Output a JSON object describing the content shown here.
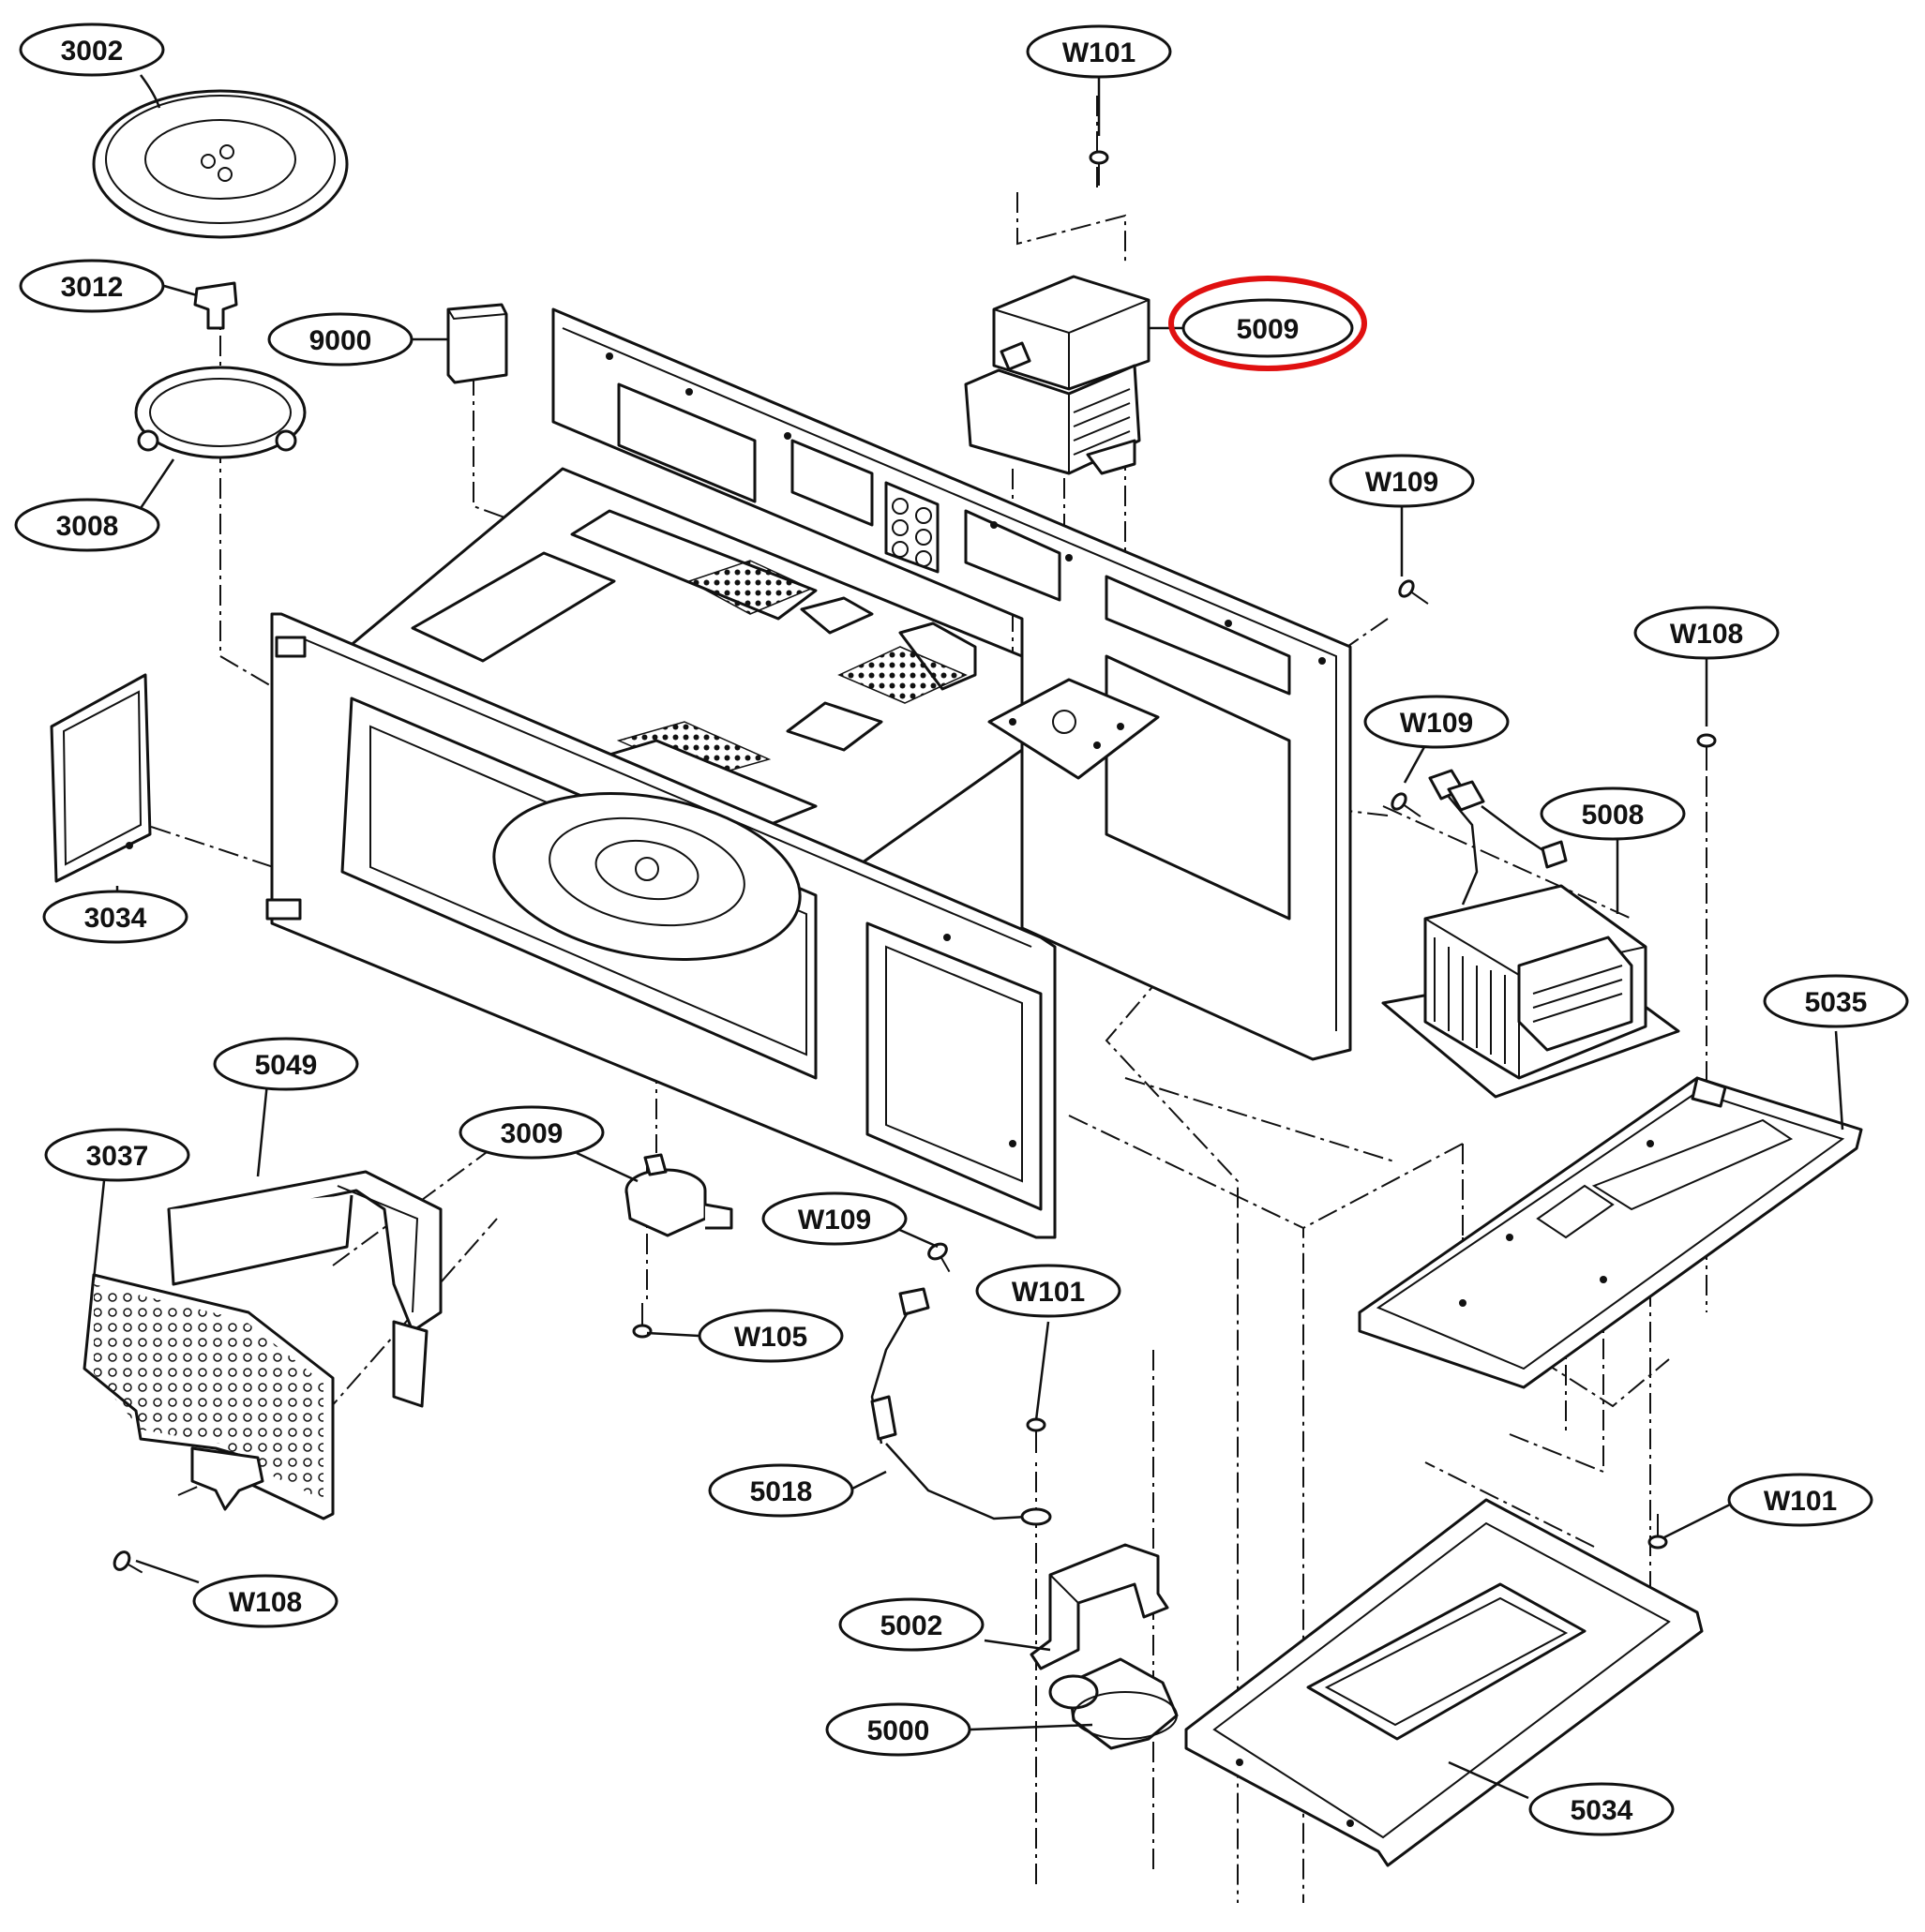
{
  "colors": {
    "line": "#111111",
    "background": "#ffffff",
    "highlight": "#e01010"
  },
  "highlighted_part": "5009",
  "labels": [
    {
      "id": "3002",
      "text": "3002"
    },
    {
      "id": "3012",
      "text": "3012"
    },
    {
      "id": "9000",
      "text": "9000"
    },
    {
      "id": "3008",
      "text": "3008"
    },
    {
      "id": "3034",
      "text": "3034"
    },
    {
      "id": "w101-top",
      "text": "W101"
    },
    {
      "id": "5009",
      "text": "5009"
    },
    {
      "id": "w109-upper",
      "text": "W109"
    },
    {
      "id": "w109-mid",
      "text": "W109"
    },
    {
      "id": "w108-right",
      "text": "W108"
    },
    {
      "id": "5008",
      "text": "5008"
    },
    {
      "id": "5035",
      "text": "5035"
    },
    {
      "id": "5049",
      "text": "5049"
    },
    {
      "id": "3037",
      "text": "3037"
    },
    {
      "id": "3009",
      "text": "3009"
    },
    {
      "id": "w109-lower",
      "text": "W109"
    },
    {
      "id": "w105",
      "text": "W105"
    },
    {
      "id": "w101-mid",
      "text": "W101"
    },
    {
      "id": "5018",
      "text": "5018"
    },
    {
      "id": "w101-right",
      "text": "W101"
    },
    {
      "id": "w108-left",
      "text": "W108"
    },
    {
      "id": "5002",
      "text": "5002"
    },
    {
      "id": "5000",
      "text": "5000"
    },
    {
      "id": "5034",
      "text": "5034"
    }
  ]
}
